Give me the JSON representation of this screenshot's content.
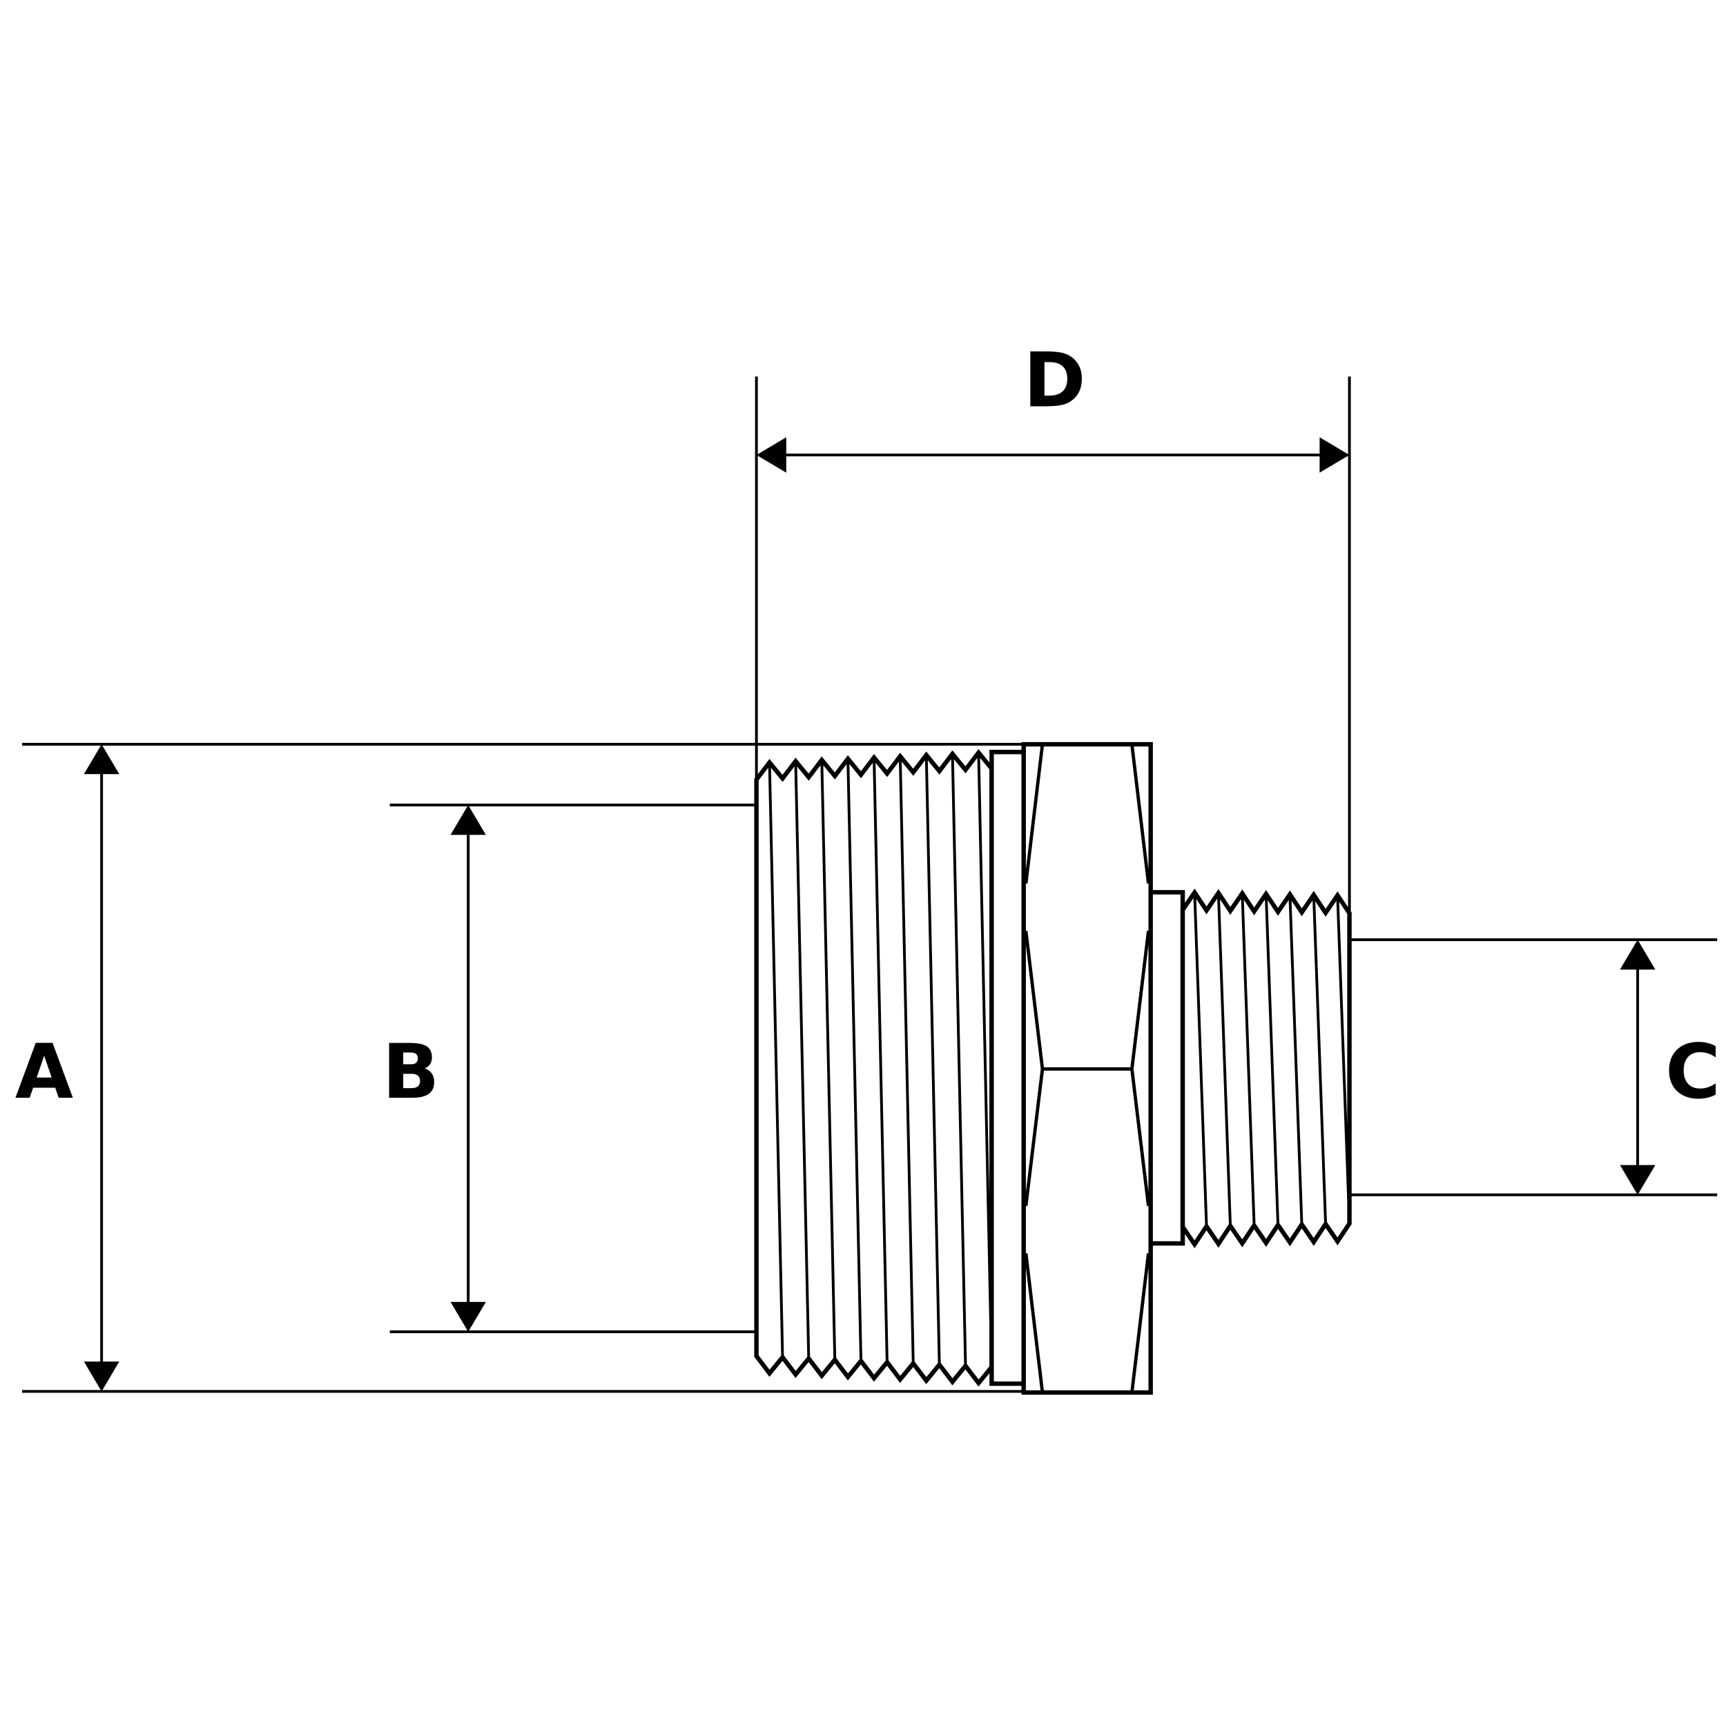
{
  "dimensions": {
    "a": {
      "label": "A"
    },
    "b": {
      "label": "B"
    },
    "c": {
      "label": "C"
    },
    "d": {
      "label": "D"
    }
  },
  "colors": {
    "stroke": "#000000",
    "background": "#ffffff"
  }
}
